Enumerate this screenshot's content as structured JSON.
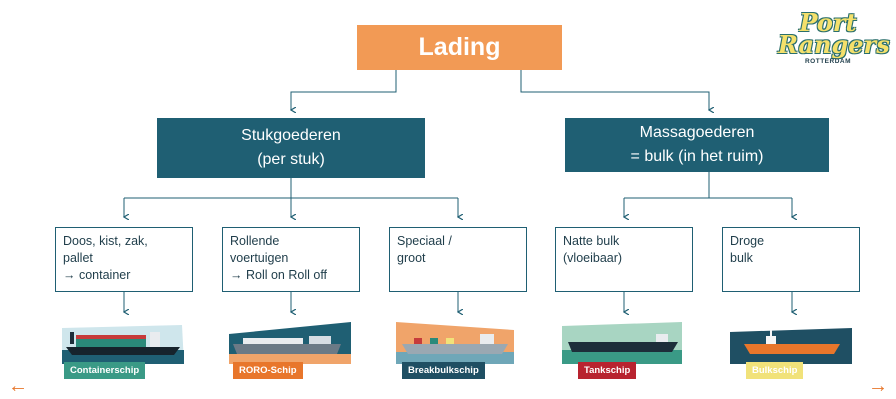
{
  "title": "Lading",
  "logo": {
    "line1": "Port",
    "line2": "Rangers",
    "line3": "ROTTERDAM"
  },
  "categories": [
    {
      "line1": "Stukgoederen",
      "line2": "(per stuk)"
    },
    {
      "line1": "Massagoederen",
      "line2": "= bulk (in het ruim)"
    }
  ],
  "leaves": [
    {
      "lines": [
        "Doos, kist, zak,",
        "pallet",
        "→ container"
      ]
    },
    {
      "lines": [
        "Rollende",
        "voertuigen",
        "→ Roll on Roll off"
      ]
    },
    {
      "lines": [
        "Speciaal /",
        "groot"
      ]
    },
    {
      "lines": [
        "Natte bulk",
        "(vloeibaar)"
      ]
    },
    {
      "lines": [
        "Droge",
        "bulk"
      ]
    }
  ],
  "ships": [
    {
      "label": "Containerschip",
      "label_color": "#3a9a86"
    },
    {
      "label": "RORO-Schip",
      "label_color": "#e8762b"
    },
    {
      "label": "Breakbulkschip",
      "label_color": "#1f4f63"
    },
    {
      "label": "Tankschip",
      "label_color": "#b8232f"
    },
    {
      "label": "Bulkschip",
      "label_color": "#f1e27a"
    }
  ],
  "nav": {
    "prev": "←",
    "next": "→"
  },
  "colors": {
    "accent": "#f29a55",
    "category": "#1f5f73",
    "arrow": "#e8762b"
  }
}
